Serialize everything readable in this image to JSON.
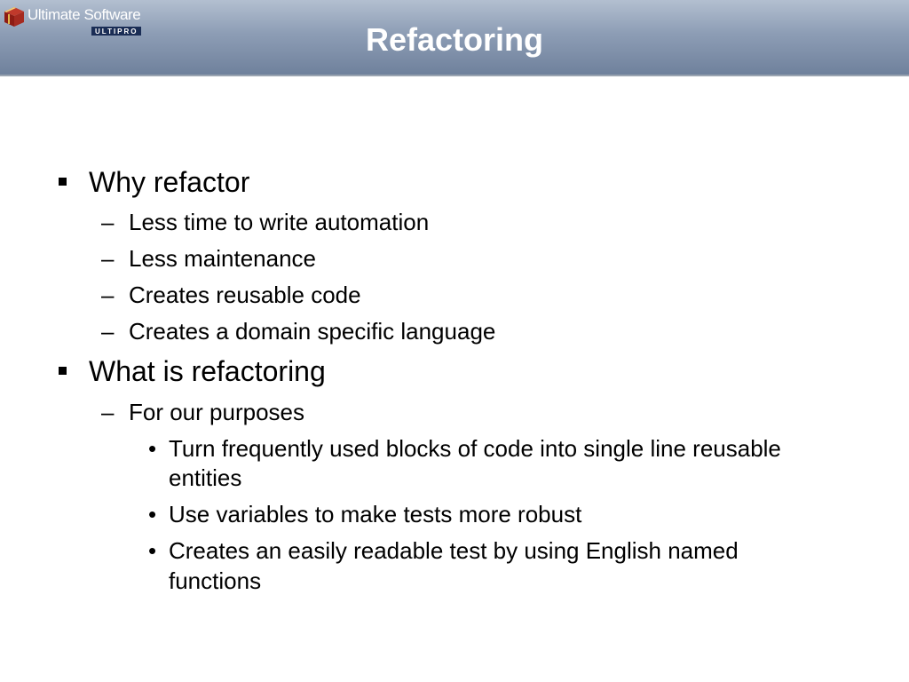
{
  "header": {
    "logo_name": "Ultimate Software",
    "logo_sub": "ULTIPRO",
    "title": "Refactoring",
    "colors": {
      "band_top": "#b3bfd0",
      "band_bottom": "#6f819c",
      "title_text": "#ffffff"
    }
  },
  "bullets": [
    {
      "text": "Why refactor",
      "children": [
        {
          "text": "Less time to write automation"
        },
        {
          "text": "Less maintenance"
        },
        {
          "text": "Creates reusable code"
        },
        {
          "text": "Creates a domain specific language"
        }
      ]
    },
    {
      "text": "What is refactoring",
      "children": [
        {
          "text": "For our purposes",
          "children": [
            {
              "line1": "Turn frequently used blocks of code into single line reusable",
              "line2": "entities"
            },
            {
              "line1": "Use variables to make tests more robust"
            },
            {
              "line1": "Creates an easily readable test by using English named",
              "line2": "functions"
            }
          ]
        }
      ]
    }
  ]
}
